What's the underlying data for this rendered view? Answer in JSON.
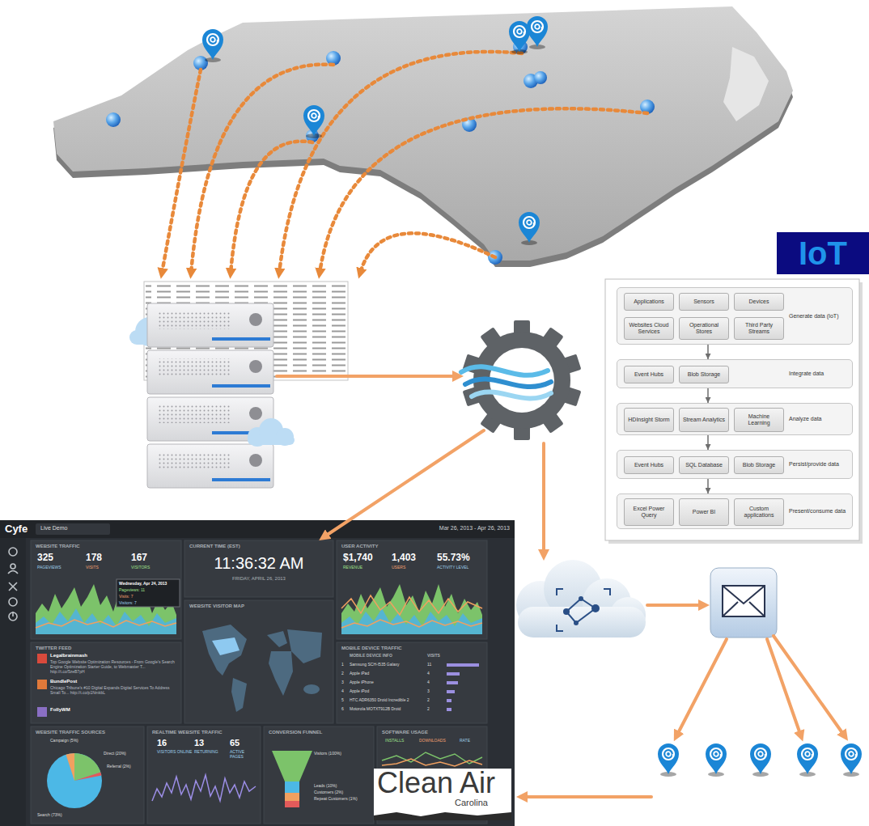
{
  "diagram": {
    "nodes": [
      {
        "text": [
          "IoT"
        ]
      },
      {
        "text": [
          "Generate data (IoT)"
        ]
      },
      {
        "text": [
          "Applications"
        ],
        "in": 1
      },
      {
        "text": [
          "Sensors"
        ],
        "in": 1
      },
      {
        "text": [
          "Devices"
        ],
        "in": 1
      },
      {
        "text": [
          "Websites Cloud Services"
        ],
        "in": 1
      },
      {
        "text": [
          "Operational Stores"
        ],
        "in": 1
      },
      {
        "text": [
          "Third Party Streams"
        ],
        "in": 1
      },
      {
        "text": [
          "Integrate data"
        ]
      },
      {
        "text": [
          "Event Hubs"
        ],
        "in": 8
      },
      {
        "text": [
          "Blob Storage"
        ],
        "in": 8
      },
      {
        "text": [
          "Analyze data"
        ]
      },
      {
        "text": [
          "HDInsight Storm"
        ],
        "in": 11
      },
      {
        "text": [
          "Stream Analytics"
        ],
        "in": 11
      },
      {
        "text": [
          "Machine Learning"
        ],
        "in": 11
      },
      {
        "text": [
          "Persist/provide data"
        ]
      },
      {
        "text": [
          "Event Hubs"
        ],
        "in": 15
      },
      {
        "text": [
          "SQL Database"
        ],
        "in": 15
      },
      {
        "text": [
          "Blob Storage"
        ],
        "in": 15
      },
      {
        "text": [
          "Present/consume data"
        ]
      },
      {
        "text": [
          "Excel Power Query"
        ],
        "in": 19
      },
      {
        "text": [
          "Power BI"
        ],
        "in": 19
      },
      {
        "text": [
          "Custom applications"
        ],
        "in": 19
      },
      {
        "text": [
          "Cyfe",
          "Live Demo",
          "Mar 26, 2013 - Apr 26, 2013"
        ]
      },
      {
        "text": [
          "WEBSITE TRAFFIC",
          "325",
          "178",
          "167",
          "PAGEVIEWS",
          "VISITS",
          "VISITORS"
        ],
        "in": 23
      },
      {
        "text": [
          "Wednesday, Apr 24, 2013",
          "Pageviews: 11",
          "Visits: 7",
          "Visitors: 7"
        ],
        "in": 24
      },
      {
        "text": [
          "CURRENT TIME (EST)",
          "11:36:32 AM",
          "FRIDAY, APRIL 26, 2013"
        ],
        "in": 23
      },
      {
        "text": [
          "USER ACTIVITY",
          "$1,740",
          "1,403",
          "55.73%",
          "REVENUE",
          "USERS",
          "ACTIVITY LEVEL"
        ],
        "in": 23
      },
      {
        "text": [
          "WEBSITE VISITOR MAP"
        ],
        "in": 23
      },
      {
        "text": [
          "TWITTER FEED",
          "Legalbrainmash",
          "Top Google Website Optimization Resources - From Google's Search Engine Optimization Starter Guide, to Webmaster T... http://t.co/5zeB7pH",
          "BundlePost",
          "Chicago Tribune's #10 Digital Expands Digital Services To Address Small To... http://t.co/p1NmkbL",
          "FollyWM"
        ],
        "in": 23
      },
      {
        "text": [
          "MOBILE DEVICE TRAFFIC",
          "MOBILE DEVICE INFO",
          "VISITS",
          "1",
          "Samsung SCH-I535 Galaxy",
          "11",
          "2",
          "Apple iPad",
          "4",
          "3",
          "Apple iPhone",
          "4",
          "4",
          "Apple iPod",
          "3",
          "5",
          "HTC ADR6350 Droid Incredible 2",
          "2",
          "6",
          "Motorola MOTXT912B Droid",
          "2"
        ],
        "in": 23
      },
      {
        "text": [
          "WEBSITE TRAFFIC SOURCES",
          "Campaign (5%)",
          "Direct (20%)",
          "Referral (2%)",
          "Search (73%)"
        ],
        "in": 23
      },
      {
        "text": [
          "REALTIME WEBSITE TRAFFIC",
          "16",
          "13",
          "65",
          "VISITORS ONLINE",
          "RETURNING",
          "ACTIVE PAGES"
        ],
        "in": 23
      },
      {
        "text": [
          "CONVERSION FUNNEL",
          "Visitors (100%)",
          "Leads (10%)",
          "Customers (2%)",
          "Repeat Customers (1%)"
        ],
        "in": 23
      },
      {
        "text": [
          "SOFTWARE USAGE",
          "INSTALLS",
          "DOWNLOADS",
          "RATE"
        ],
        "in": 23
      },
      {
        "text": [
          "Clean Air",
          "Carolina"
        ],
        "in": 23
      }
    ],
    "edges": [
      {
        "from": 1,
        "to": 8,
        "arrow": "to"
      },
      {
        "from": 8,
        "to": 11,
        "arrow": "to"
      },
      {
        "from": 11,
        "to": 15,
        "arrow": "to"
      },
      {
        "from": 15,
        "to": 19,
        "arrow": "to"
      }
    ]
  }
}
